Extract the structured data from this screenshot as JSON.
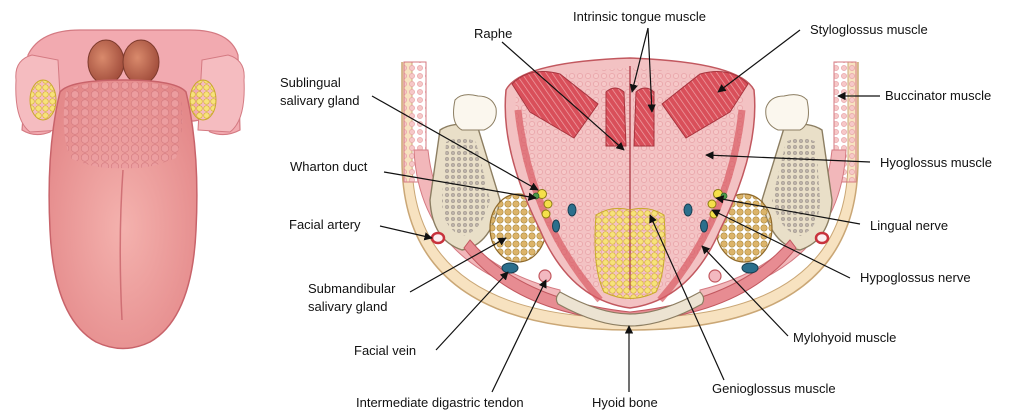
{
  "labels": {
    "raphe": "Raphe",
    "intrinsic": "Intrinsic tongue muscle",
    "styloglossus": "Styloglossus muscle",
    "sublingual_1": "Sublingual",
    "sublingual_2": "salivary gland",
    "buccinator": "Buccinator muscle",
    "wharton": "Wharton duct",
    "hyoglossus": "Hyoglossus muscle",
    "facial_artery": "Facial artery",
    "lingual_nerve": "Lingual nerve",
    "submandibular_1": "Submandibular",
    "submandibular_2": "salivary gland",
    "hypoglossus": "Hypoglossus nerve",
    "facial_vein": "Facial vein",
    "mylohyoid": "Mylohyoid muscle",
    "digastric": "Intermediate digastric tendon",
    "hyoid": "Hyoid bone",
    "genioglossus": "Genioglossus muscle"
  },
  "colors": {
    "muscle": "#d95a63",
    "muscle_light": "#f1b3b8",
    "tongue_surface": "#e58a8e",
    "fat": "#f2d649",
    "gland": "#d8b46f",
    "bone": "#e9dfc8",
    "skin": "#f6e3c5",
    "nerve": "#f5e04a",
    "vein": "#2b6f8c",
    "artery": "#c8323c"
  }
}
